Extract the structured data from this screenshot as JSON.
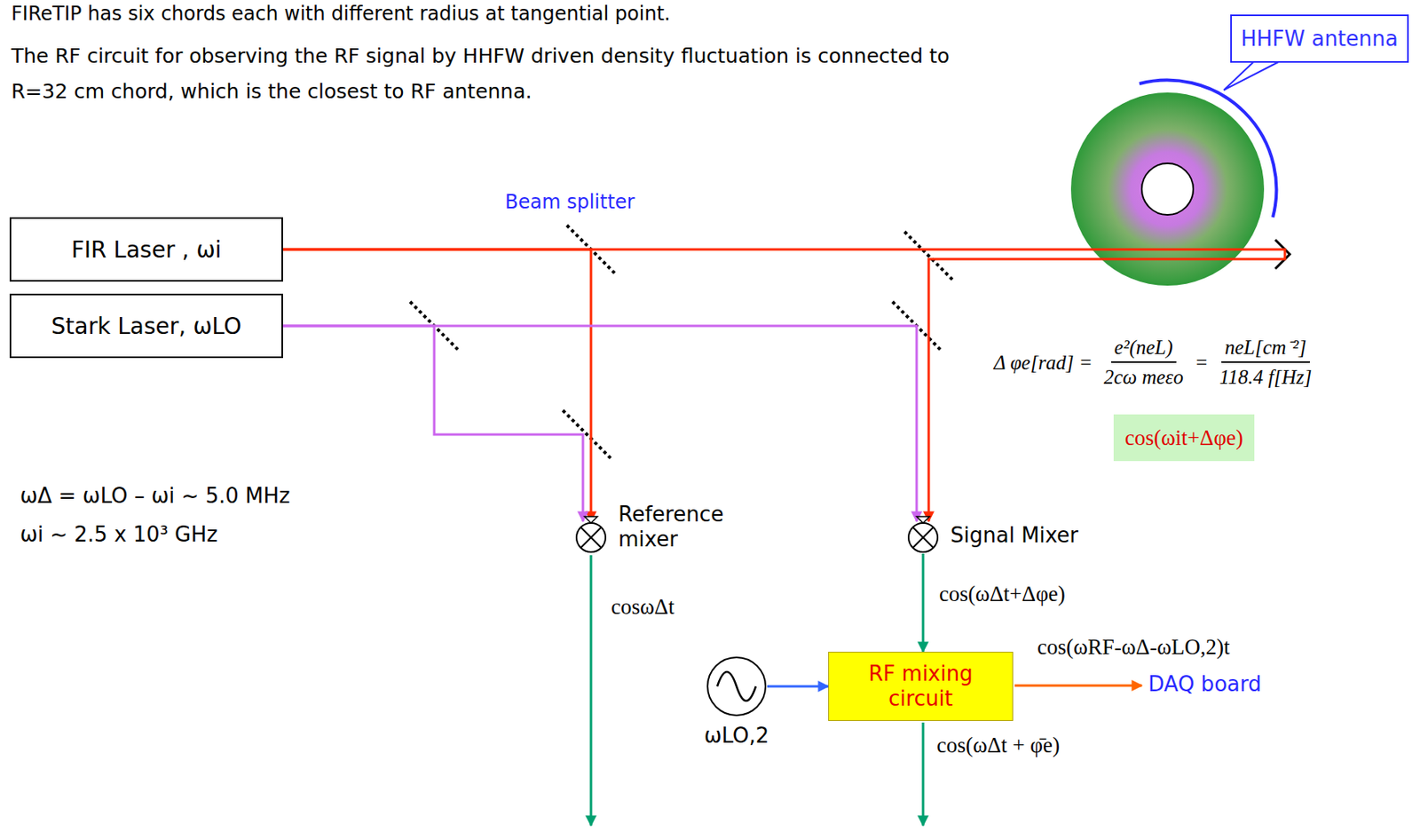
{
  "diagram": {
    "nodes": [
      {
        "text": [
          "HHFW antenna"
        ]
      },
      {
        "text": [
          "FIR Laser , ωi"
        ]
      },
      {
        "text": [
          "Stark Laser, ωLO"
        ]
      },
      {
        "text": [
          "cos(ωit+Δφe)"
        ]
      },
      {
        "text": [
          "Reference mixer"
        ]
      },
      {
        "text": [
          "Signal Mixer"
        ]
      },
      {
        "text": [
          "ωLO,2"
        ]
      },
      {
        "text": [
          "RF mixing circuit"
        ]
      }
    ],
    "edges": [
      {
        "from": 1,
        "to": 4,
        "arrow": "to"
      },
      {
        "from": 1,
        "to": 5,
        "arrow": "to"
      },
      {
        "from": 2,
        "to": 4,
        "arrow": "to"
      },
      {
        "from": 2,
        "to": 5,
        "arrow": "to"
      },
      {
        "from": 5,
        "to": 7,
        "label": "cos(ωΔt+Δφe)",
        "arrow": "to"
      },
      {
        "from": 6,
        "to": 7,
        "arrow": "to"
      }
    ],
    "labels": [
      "FIReTIP has six chords each with different radius at tangential point.",
      "The RF circuit for observing the RF signal by HHFW driven density fluctuation is connected to R=32 cm chord, which is the closest to RF antenna.",
      "Beam splitter",
      "ωΔ = ωLO – ωi ~ 5.0 MHz",
      "ωi ~ 2.5 x 10³ GHz",
      "Δ φe[rad] =",
      "e²(neL)",
      "2cω meεo",
      "=",
      "neL[cm⁻²]",
      "118.4 f[Hz]",
      "cosωΔt",
      "cos(ωRF-ωΔ-ωLO,2)t",
      "DAQ board",
      "cos(ωΔt + φ̄e)"
    ]
  }
}
